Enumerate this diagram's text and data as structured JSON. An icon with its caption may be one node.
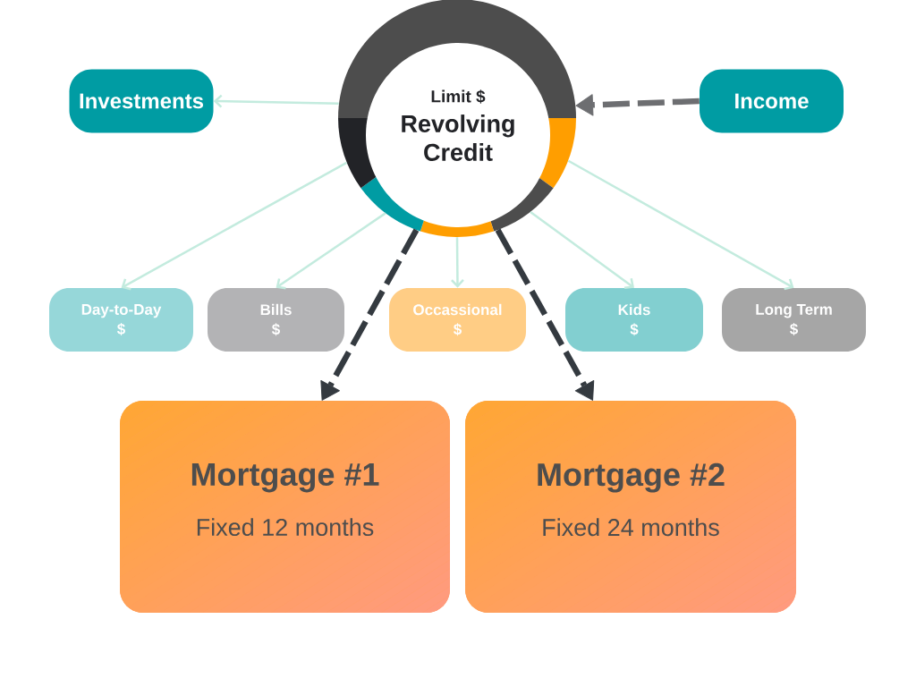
{
  "diagram": {
    "nodes": [
      {
        "text": [
          "Limit $",
          "Revolving Credit"
        ]
      },
      {
        "text": [
          "Investments"
        ]
      },
      {
        "text": [
          "Income"
        ]
      },
      {
        "text": [
          "Day-to-Day",
          "$"
        ]
      },
      {
        "text": [
          "Bills",
          "$"
        ]
      },
      {
        "text": [
          "Occassional",
          "$"
        ]
      },
      {
        "text": [
          "Kids",
          "$"
        ]
      },
      {
        "text": [
          "Long Term",
          "$"
        ]
      },
      {
        "text": [
          "Mortgage #1",
          "Fixed 12 months"
        ]
      },
      {
        "text": [
          "Mortgage #2",
          "Fixed 24 months"
        ]
      }
    ],
    "edges": [
      {
        "from": 0,
        "to": 1,
        "arrow": "to"
      },
      {
        "from": 2,
        "to": 0,
        "arrow": "to",
        "style": "dashed",
        "color": "#6d6e71"
      },
      {
        "from": 0,
        "to": 3,
        "arrow": "to"
      },
      {
        "from": 0,
        "to": 4,
        "arrow": "to"
      },
      {
        "from": 0,
        "to": 5,
        "arrow": "to"
      },
      {
        "from": 0,
        "to": 6,
        "arrow": "to"
      },
      {
        "from": 0,
        "to": 7,
        "arrow": "to"
      },
      {
        "from": 0,
        "to": 8,
        "arrow": "to",
        "style": "dashed",
        "color": "#343a40"
      },
      {
        "from": 0,
        "to": 9,
        "arrow": "to",
        "style": "dashed",
        "color": "#343a40"
      }
    ]
  }
}
